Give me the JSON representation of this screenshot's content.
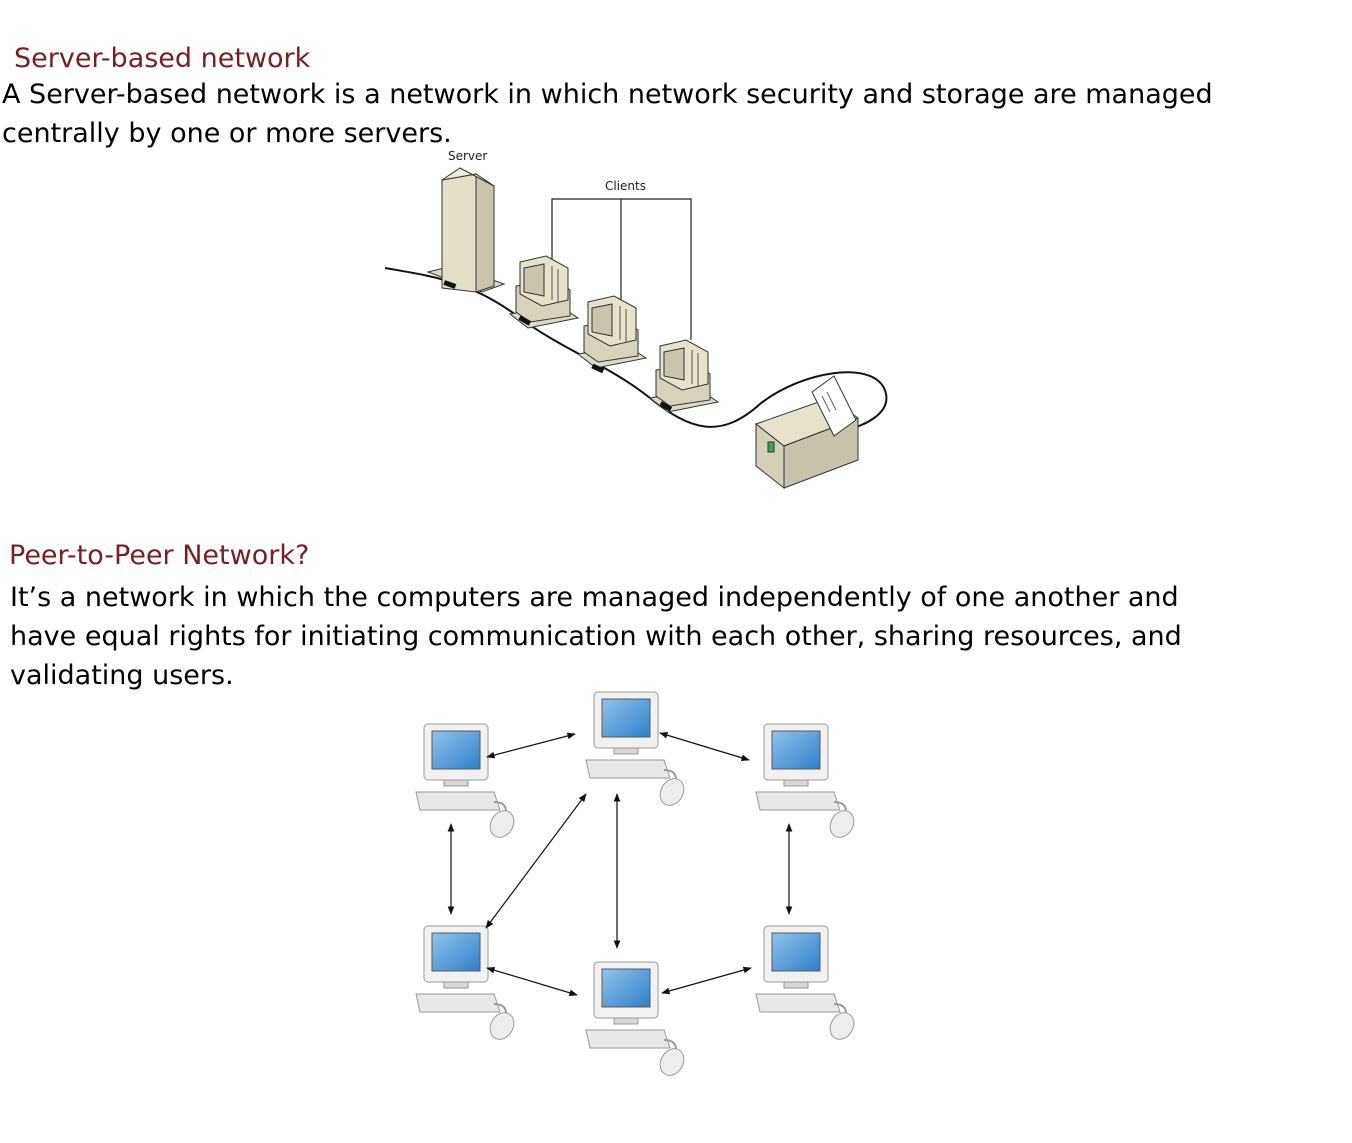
{
  "server_section": {
    "heading": "Server-based network",
    "body": "A Server-based network is a network in which network security and storage are managed centrally by one or more servers.",
    "diagram": {
      "server_label": "Server",
      "clients_label": "Clients"
    }
  },
  "p2p_section": {
    "heading": "Peer-to-Peer Network?",
    "body": "It’s a network in which the computers are managed independently of one another and have equal rights for initiating communication with each other, sharing resources, and validating users."
  }
}
